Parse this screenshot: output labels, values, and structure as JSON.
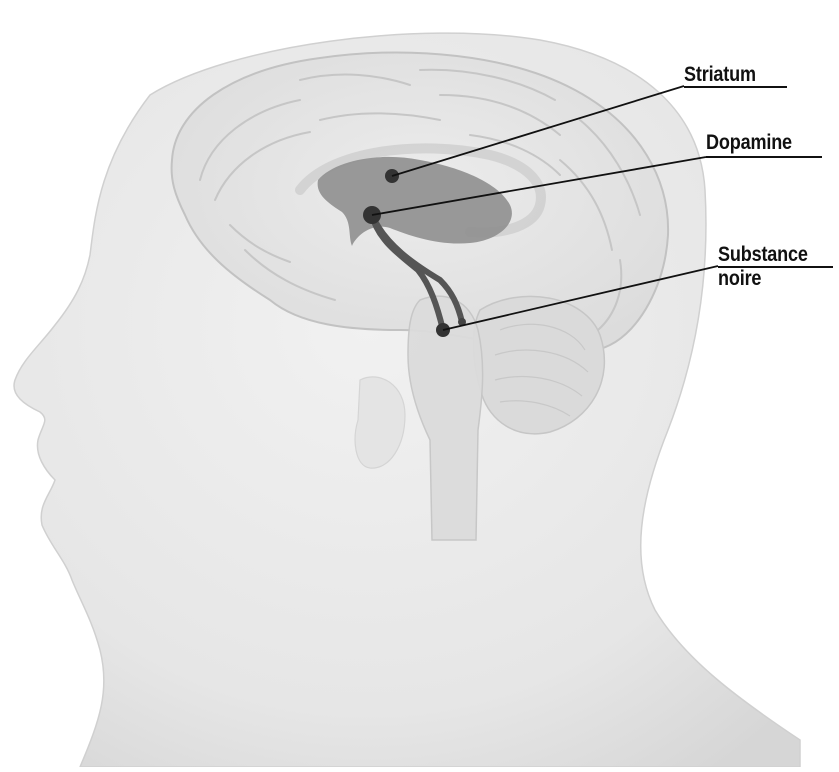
{
  "labels": {
    "striatum": "Striatum",
    "dopamine": "Dopamine",
    "substance_line1": "Substance",
    "substance_line2": "noire"
  },
  "colors": {
    "head_fill": "#ebebeb",
    "brain_fill": "#e3e3e3",
    "gyri_stroke": "#c4c4c4",
    "striatum_fill": "#8c8c8c",
    "pathway": "#555555",
    "dot": "#333333",
    "leader_line": "#111111"
  }
}
